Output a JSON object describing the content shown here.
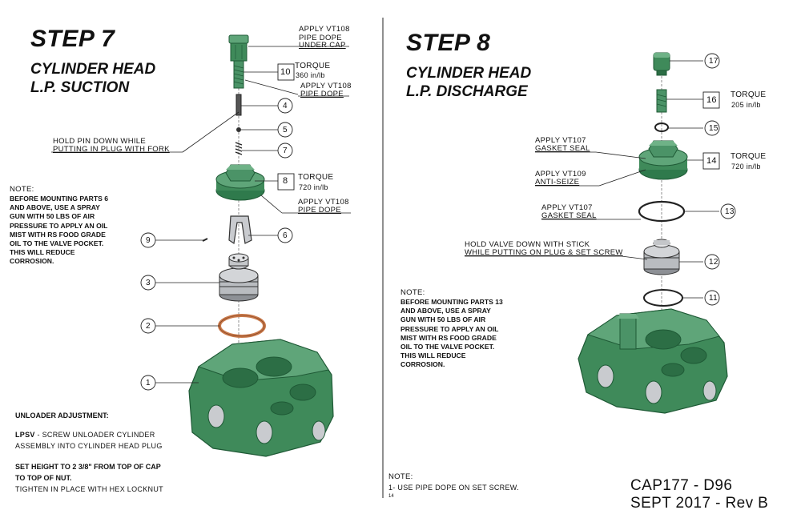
{
  "left": {
    "step": "STEP 7",
    "subtitle_1": "CYLINDER HEAD",
    "subtitle_2": "L.P. SUCTION",
    "callouts": {
      "top_1": "APPLY VT108",
      "top_2": "PIPE DOPE",
      "top_3": "UNDER CAP",
      "torque_a": "TORQUE",
      "torque_a_val": "360 in/lb",
      "dope2_1": "APPLY VT108",
      "dope2_2": "PIPE DOPE",
      "hold_1": "HOLD PIN DOWN WHILE",
      "hold_2": "PUTTING IN PLUG WITH FORK",
      "torque_b": "TORQUE",
      "torque_b_val": "720 in/lb",
      "dope3_1": "APPLY VT108",
      "dope3_2": "PIPE DOPE"
    },
    "parts": {
      "p1": "1",
      "p2": "2",
      "p3": "3",
      "p4": "4",
      "p5": "5",
      "p6": "6",
      "p7": "7",
      "p8": "8",
      "p9": "9",
      "p10": "10"
    },
    "note_head": "NOTE:",
    "note_body": "BEFORE MOUNTING PARTS 6\nAND ABOVE, USE A SPRAY\nGUN WITH 50 LBS  OF AIR\nPRESSURE TO APPLY AN OIL\nMIST WITH  RS FOOD GRADE\nOIL TO THE VALVE POCKET.\nTHIS WILL REDUCE\nCORROSION.",
    "unloader_title": "UNLOADER ADJUSTMENT:",
    "lpsv_bold": "LPSV",
    "lpsv_text": " - SCREW UNLOADER CYLINDER",
    "lpsv_text_2": "ASSEMBLY INTO CYLINDER HEAD PLUG",
    "set_height_1": "SET HEIGHT TO 2 3/8\" FROM TOP OF CAP",
    "set_height_2": "TO TOP OF NUT.",
    "tighten": "TIGHTEN IN PLACE WITH HEX LOCKNUT"
  },
  "right": {
    "step": "STEP 8",
    "subtitle_1": "CYLINDER HEAD",
    "subtitle_2": "L.P. DISCHARGE",
    "callouts": {
      "torque_a": "TORQUE",
      "torque_a_val": "205 in/lb",
      "gasket1_1": "APPLY VT107",
      "gasket1_2": "GASKET SEAL",
      "torque_b": "TORQUE",
      "torque_b_val": "720 in/lb",
      "anti_1": "APPLY VT109",
      "anti_2": "ANTI-SEIZE",
      "gasket2_1": "APPLY VT107",
      "gasket2_2": "GASKET SEAL",
      "hold_1": "HOLD VALVE DOWN WITH STICK",
      "hold_2": "WHILE PUTTING ON PLUG & SET SCREW"
    },
    "parts": {
      "p11": "11",
      "p12": "12",
      "p13": "13",
      "p14": "14",
      "p15": "15",
      "p16": "16",
      "p17": "17"
    },
    "note_head": "NOTE:",
    "note_body": "BEFORE MOUNTING PARTS 13\nAND ABOVE, USE A SPRAY\nGUN WITH 50 LBS  OF AIR\nPRESSURE TO APPLY AN OIL\nMIST WITH  RS FOOD GRADE\nOIL TO THE VALVE POCKET.\nTHIS WILL REDUCE\nCORROSION.",
    "note2_head": "NOTE:",
    "note2_body": "1- USE PIPE DOPE ON SET SCREW."
  },
  "footer": {
    "page_number": "14",
    "doc_code": "CAP177 - D96",
    "revision": "SEPT 2017 - Rev B"
  },
  "colors": {
    "casting_green": "#3f8a5a",
    "casting_dark": "#1f5a36",
    "gasket_copper": "#c9794a",
    "steel": "#b9bcc0"
  }
}
